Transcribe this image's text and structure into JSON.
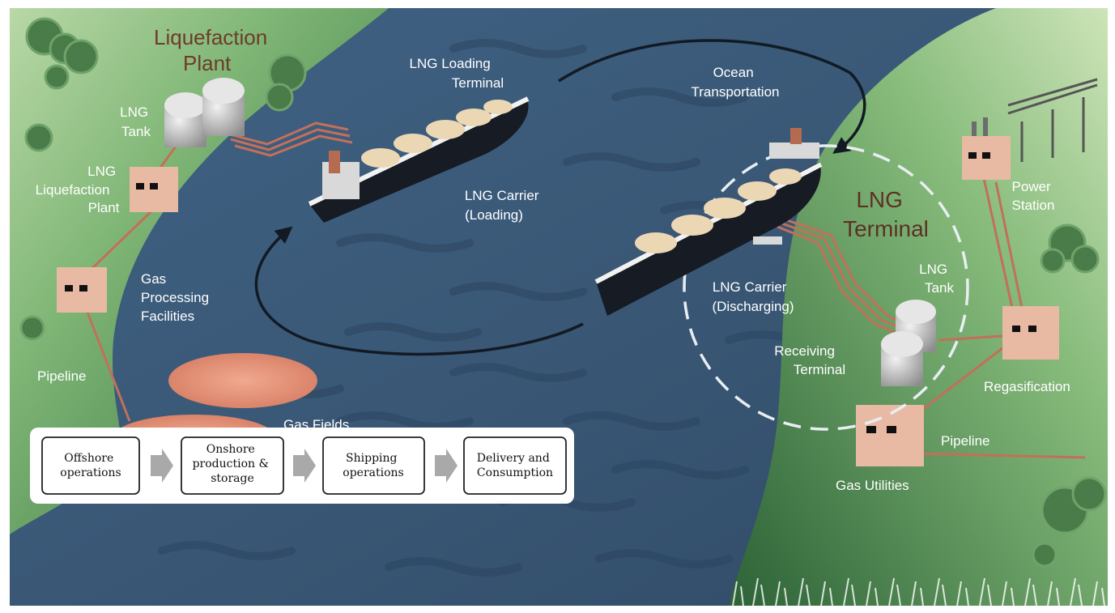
{
  "labels": {
    "liquefaction_plant_title": [
      "Liquefaction",
      "Plant"
    ],
    "lng_tank_left": [
      "LNG",
      "Tank"
    ],
    "lng_liquefaction_plant": [
      "LNG",
      "Liquefaction",
      "Plant"
    ],
    "gas_processing": [
      "Gas",
      "Processing",
      "Facilities"
    ],
    "pipeline_left": "Pipeline",
    "gas_fields": "Gas Fields",
    "lng_loading_terminal": [
      "LNG Loading",
      "Terminal"
    ],
    "ocean_transportation": [
      "Ocean",
      "Transportation"
    ],
    "lng_carrier_loading": [
      "LNG Carrier",
      "(Loading)"
    ],
    "lng_terminal_title": [
      "LNG",
      "Terminal"
    ],
    "lng_carrier_discharging": [
      "LNG Carrier",
      "(Discharging)"
    ],
    "receiving_terminal": [
      "Receiving",
      "Terminal"
    ],
    "lng_tank_right": [
      "LNG",
      "Tank"
    ],
    "power_station": [
      "Power",
      "Station"
    ],
    "regasification": "Regasification",
    "pipeline_right": "Pipeline",
    "gas_utilities": "Gas Utilities"
  },
  "stages": [
    [
      "Offshore",
      "operations"
    ],
    [
      "Onshore",
      "production &",
      "storage"
    ],
    [
      "Shipping",
      "operations"
    ],
    [
      "Delivery and",
      "Consumption"
    ]
  ],
  "colors": {
    "water": "#3c5a78",
    "land_left": "#4a8a4c",
    "land_right": "#4f8c4f",
    "building": "#e8b9a3",
    "pipe": "#c2705a",
    "title": "#6e3b2a"
  }
}
